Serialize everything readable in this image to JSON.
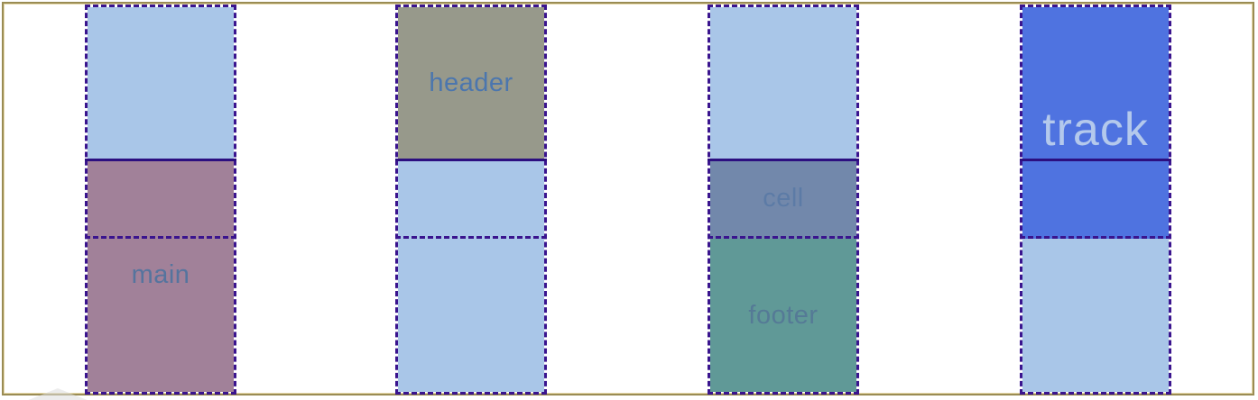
{
  "canvas": {
    "border_color": "#9a8c54",
    "background": "#ffffff",
    "watermark_color": "#dcdcdc"
  },
  "grid": {
    "track_fill": "#a9c6e8",
    "dashed_line_color": "#3a148e",
    "solid_line_color": "#2c0f80"
  },
  "regions": {
    "main": {
      "label": "main",
      "fill": "#a18199",
      "text_color": "#55749e"
    },
    "header": {
      "label": "header",
      "fill": "#97998b",
      "text_color": "#4b76ae"
    },
    "cell": {
      "label": "cell",
      "fill": "#7288ab",
      "text_color": "#5c7ba6"
    },
    "footer": {
      "label": "footer",
      "fill": "#609997",
      "text_color": "#557a96"
    },
    "track": {
      "label": "track",
      "fill": "#4f73e0",
      "text_color": "#b4c9ec"
    }
  }
}
